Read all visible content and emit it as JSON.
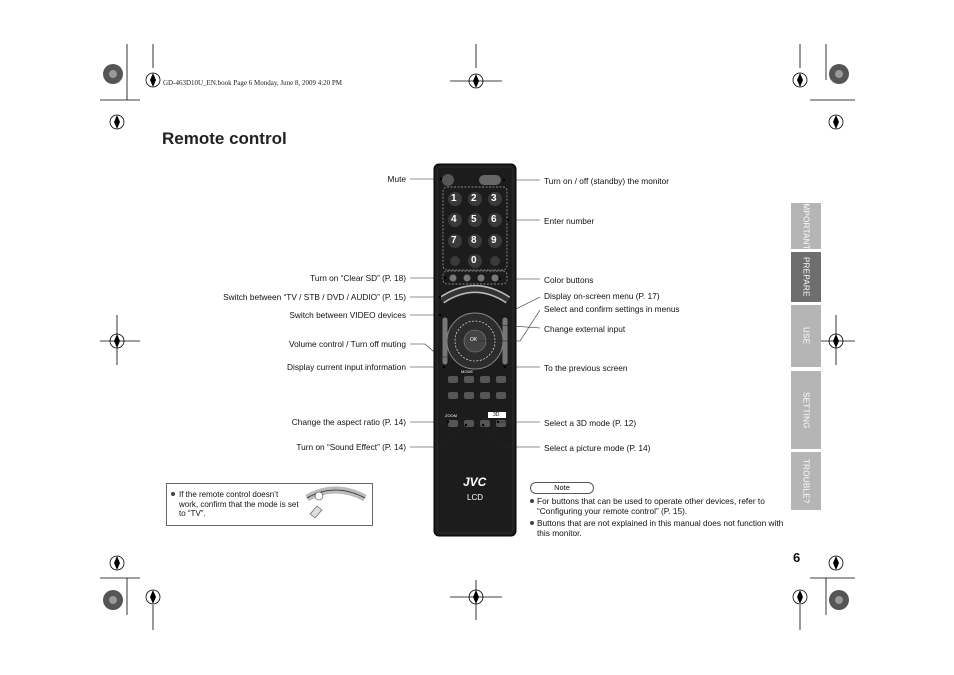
{
  "header_line": "GD-463D10U_EN.book  Page 6  Monday, June 8, 2009  4:20 PM",
  "page_title": "Remote control",
  "page_number": "6",
  "labels_left": {
    "mute": "Mute",
    "clear_sd": "Turn on “Clear SD” (P. 18)",
    "switch_device": "Switch between “TV / STB / DVD / AUDIO” (P. 15)",
    "switch_video": "Switch between VIDEO devices",
    "volume": "Volume control / Turn off muting",
    "display_input": "Display current input information",
    "aspect": "Change the aspect ratio (P. 14)",
    "sound_effect": "Turn on “Sound Effect” (P. 14)"
  },
  "labels_right": {
    "power": "Turn on / off (standby) the monitor",
    "enter_number": "Enter number",
    "color_buttons": "Color buttons",
    "menu": "Display on-screen menu (P. 17)",
    "select_confirm": "Select and confirm settings in menus",
    "external_input": "Change external input",
    "previous": "To the previous screen",
    "mode_3d": "Select a 3D mode (P. 12)",
    "picture_mode": "Select a picture mode (P. 14)"
  },
  "remote": {
    "numbers": [
      "1",
      "2",
      "3",
      "4",
      "5",
      "6",
      "7",
      "8",
      "9",
      "0"
    ],
    "ok_label": "OK",
    "zoom_label": "ZOOM",
    "mode_label": "MODE",
    "three_d_label": "3D",
    "brand": "JVC",
    "model": "LCD"
  },
  "tip_box": {
    "text": "If the remote control doesn’t work, confirm that the mode is set to “TV”."
  },
  "note": {
    "title": "Note",
    "items": [
      "For buttons that can be used to operate other devices, refer to “Configuring your remote control” (P. 15).",
      "Buttons that are not explained in this manual does not function with this monitor."
    ]
  },
  "side_tabs": [
    {
      "label": "IMPORTANT",
      "active": false
    },
    {
      "label": "PREPARE",
      "active": true
    },
    {
      "label": "USE",
      "active": false
    },
    {
      "label": "SETTING",
      "active": false
    },
    {
      "label": "TROUBLE?",
      "active": false
    }
  ],
  "colors": {
    "tab_inactive": "#b5b5b5",
    "tab_active": "#6e6e6e",
    "remote_body": "#1c1c1c"
  }
}
